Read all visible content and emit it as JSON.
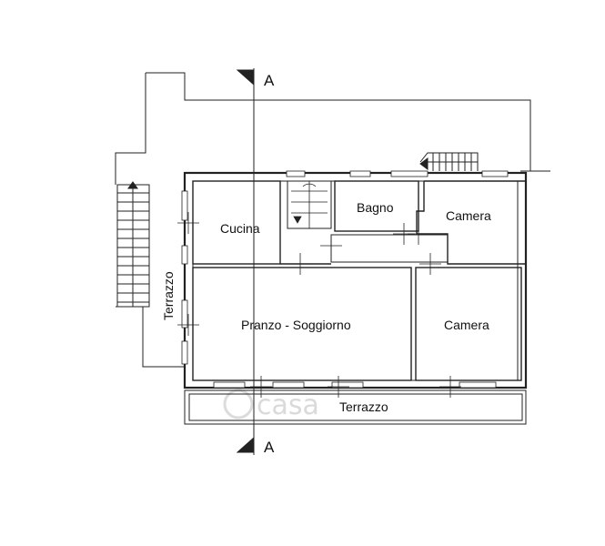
{
  "plan": {
    "rooms": [
      {
        "id": "cucina",
        "label": "Cucina"
      },
      {
        "id": "bagno",
        "label": "Bagno"
      },
      {
        "id": "camera-1",
        "label": "Camera"
      },
      {
        "id": "pranzo",
        "label": "Pranzo - Soggiorno"
      },
      {
        "id": "camera-2",
        "label": "Camera"
      }
    ],
    "terraces": [
      {
        "id": "side",
        "label": "Terrazzo"
      },
      {
        "id": "front",
        "label": "Terrazzo"
      }
    ],
    "section_marks": [
      "A",
      "A"
    ],
    "watermark": "casa"
  }
}
